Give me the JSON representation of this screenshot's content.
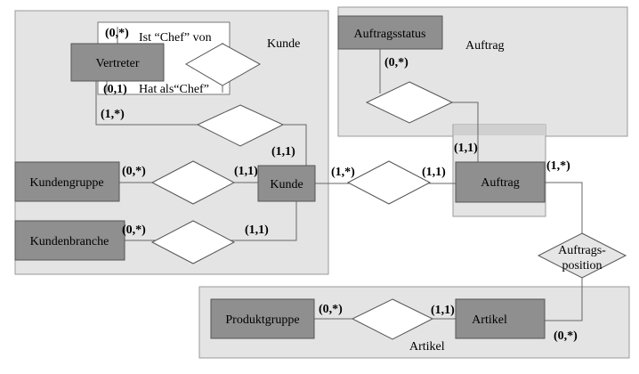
{
  "groups": {
    "kunde": "Kunde",
    "auftrag": "Auftrag",
    "artikel": "Artikel"
  },
  "entities": {
    "vertreter": "Vertreter",
    "kundengruppe": "Kundengruppe",
    "kundenbranche": "Kundenbranche",
    "kunde": "Kunde",
    "auftragsstatus": "Auftragsstatus",
    "auftrag": "Auftrag",
    "produktgruppe": "Produktgruppe",
    "artikel": "Artikel"
  },
  "relationships": {
    "auftragsposition_line1": "Auftrags-",
    "auftragsposition_line2": "position"
  },
  "roles": {
    "ist_chef_von": "Ist “Chef” von",
    "hat_als_chef": "Hat als“Chef”"
  },
  "cardinalities": {
    "vertreter_ist_chef": "(0,*)",
    "vertreter_hat_chef": "(0,1)",
    "vertreter_kunde": "(1,*)",
    "kunde_vertreter": "(1,1)",
    "kundengruppe": "(0,*)",
    "kunde_kundengruppe": "(1,1)",
    "kundenbranche": "(0,*)",
    "kunde_kundenbranche": "(1,1)",
    "kunde_auftrag": "(1,*)",
    "auftrag_kunde": "(1,1)",
    "auftragsstatus": "(0,*)",
    "auftrag_status": "(1,1)",
    "auftrag_position": "(1,*)",
    "artikel_position": "(0,*)",
    "produktgruppe": "(0,*)",
    "artikel_produktgruppe": "(1,1)"
  }
}
